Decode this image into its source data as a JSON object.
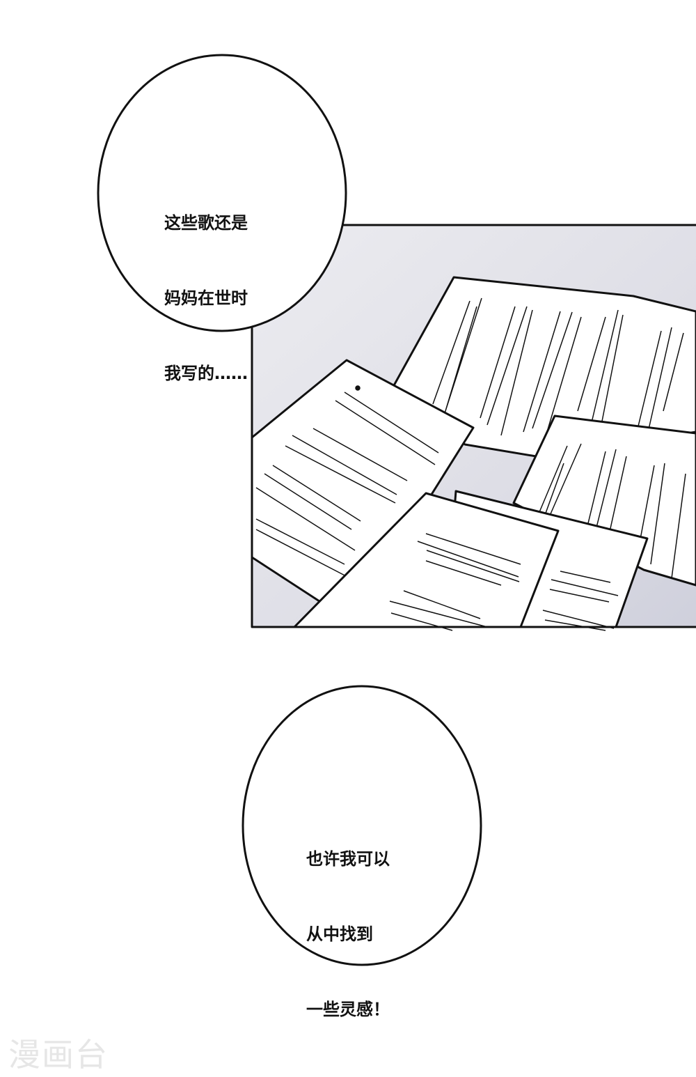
{
  "bubbles": [
    {
      "lines": [
        "这些歌还是",
        "妈妈在世时",
        "我写的……"
      ]
    },
    {
      "lines": [
        "也许我可以",
        "从中找到",
        "一些灵感！"
      ]
    }
  ],
  "panel": {
    "scene": "scattered-song-sheets",
    "background_color": "#e3e3e9"
  },
  "watermark": "漫画台"
}
